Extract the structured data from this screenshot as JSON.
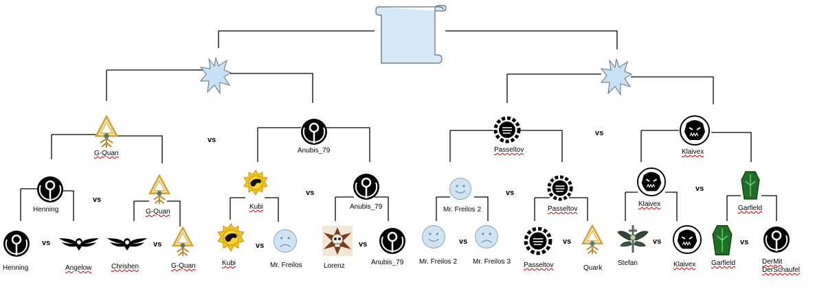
{
  "vs_label": "vs",
  "players": {
    "r1": [
      "Henning",
      "Angelow",
      "Chrishen",
      "G-Quan",
      "Kubi",
      "Mr. Freilos",
      "Lorenz",
      "Anubis_79",
      "Mr. Freilos 2",
      "Mr. Freilos 3",
      "Passeltov",
      "Quark",
      "Stefan",
      "Klaivex",
      "Garfield",
      "DerMit",
      "DerSchaufel"
    ],
    "r2": [
      "Henning",
      "G-Quan",
      "Kubi",
      "Anubis_79",
      "Mr. Freilos 2",
      "Passeltov",
      "Klaivex",
      "Garfield"
    ],
    "r3": [
      "G-Quan",
      "Anubis_79",
      "Passeltov",
      "Klaivex"
    ]
  },
  "icons": {
    "tau": "tau-faction-icon",
    "eldar": "eldar-faction-icon",
    "space_marine": "space-marine-aquila-icon",
    "sun": "sun-faction-icon",
    "smiley_happy": "smiley-happy-icon",
    "smiley_sad": "smiley-sad-icon",
    "skull_cross": "inquisition-skull-icon",
    "fist_gear": "imperial-guard-fist-icon",
    "ork": "ork-head-icon",
    "necron": "necron-coffin-icon",
    "winged_sword": "dark-angels-icon",
    "star_burst": "semifinal-burst-icon",
    "scroll": "final-scroll-icon"
  },
  "colors": {
    "line": "#000000",
    "scroll_fill": "#d6e7f5",
    "burst_fill": "#c9e1f4",
    "smiley_fill": "#cfe3f3",
    "eldar_gold": "#d4a53a",
    "sun_yellow": "#f2c21e",
    "necron_green": "#2e8b2e",
    "underline_red": "#c00000"
  }
}
